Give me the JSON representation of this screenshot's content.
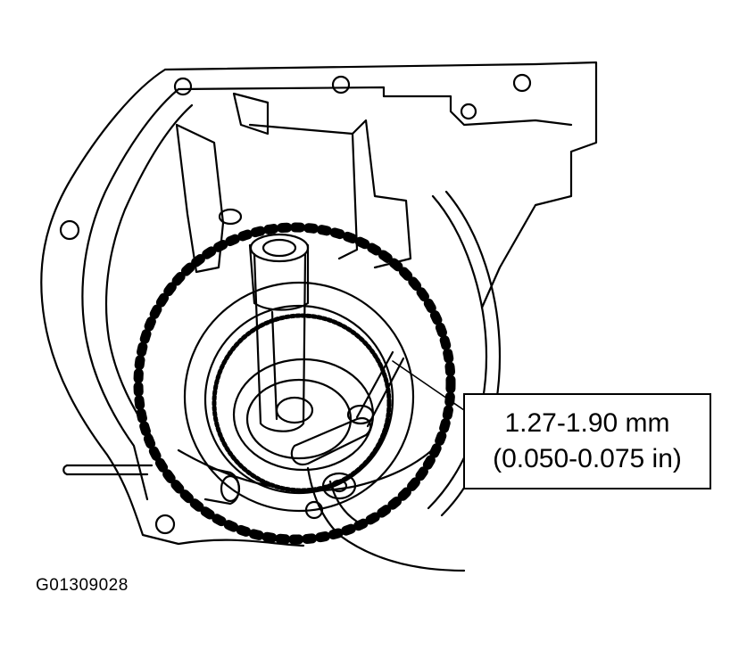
{
  "callout": {
    "line1": "1.27-1.90 mm",
    "line2": "(0.050-0.075 in)"
  },
  "figure_id": "G01309028",
  "colors": {
    "ink": "#000000",
    "paper": "#ffffff"
  }
}
